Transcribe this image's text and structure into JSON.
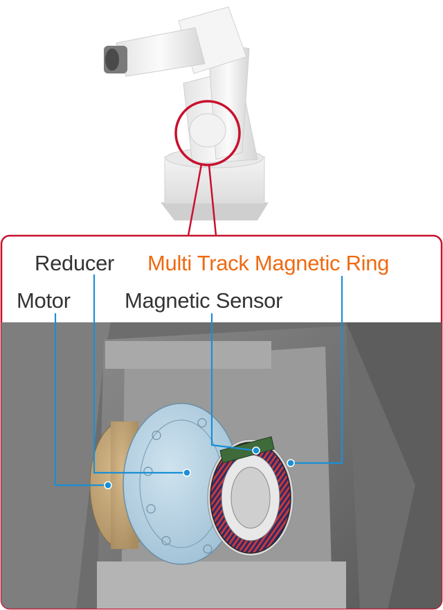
{
  "labels": {
    "reducer": "Reducer",
    "magnetic_ring": "Multi Track Magnetic Ring",
    "motor": "Motor",
    "magnetic_sensor": "Magnetic Sensor"
  },
  "colors": {
    "accent_orange": "#ee6a12",
    "callout_red": "#c8102e",
    "leader_blue": "#1a8fd6",
    "label_text": "#333333"
  },
  "icons": [
    "robot-arm-illustration",
    "joint-cutaway-illustration",
    "detail-callout-circle"
  ]
}
